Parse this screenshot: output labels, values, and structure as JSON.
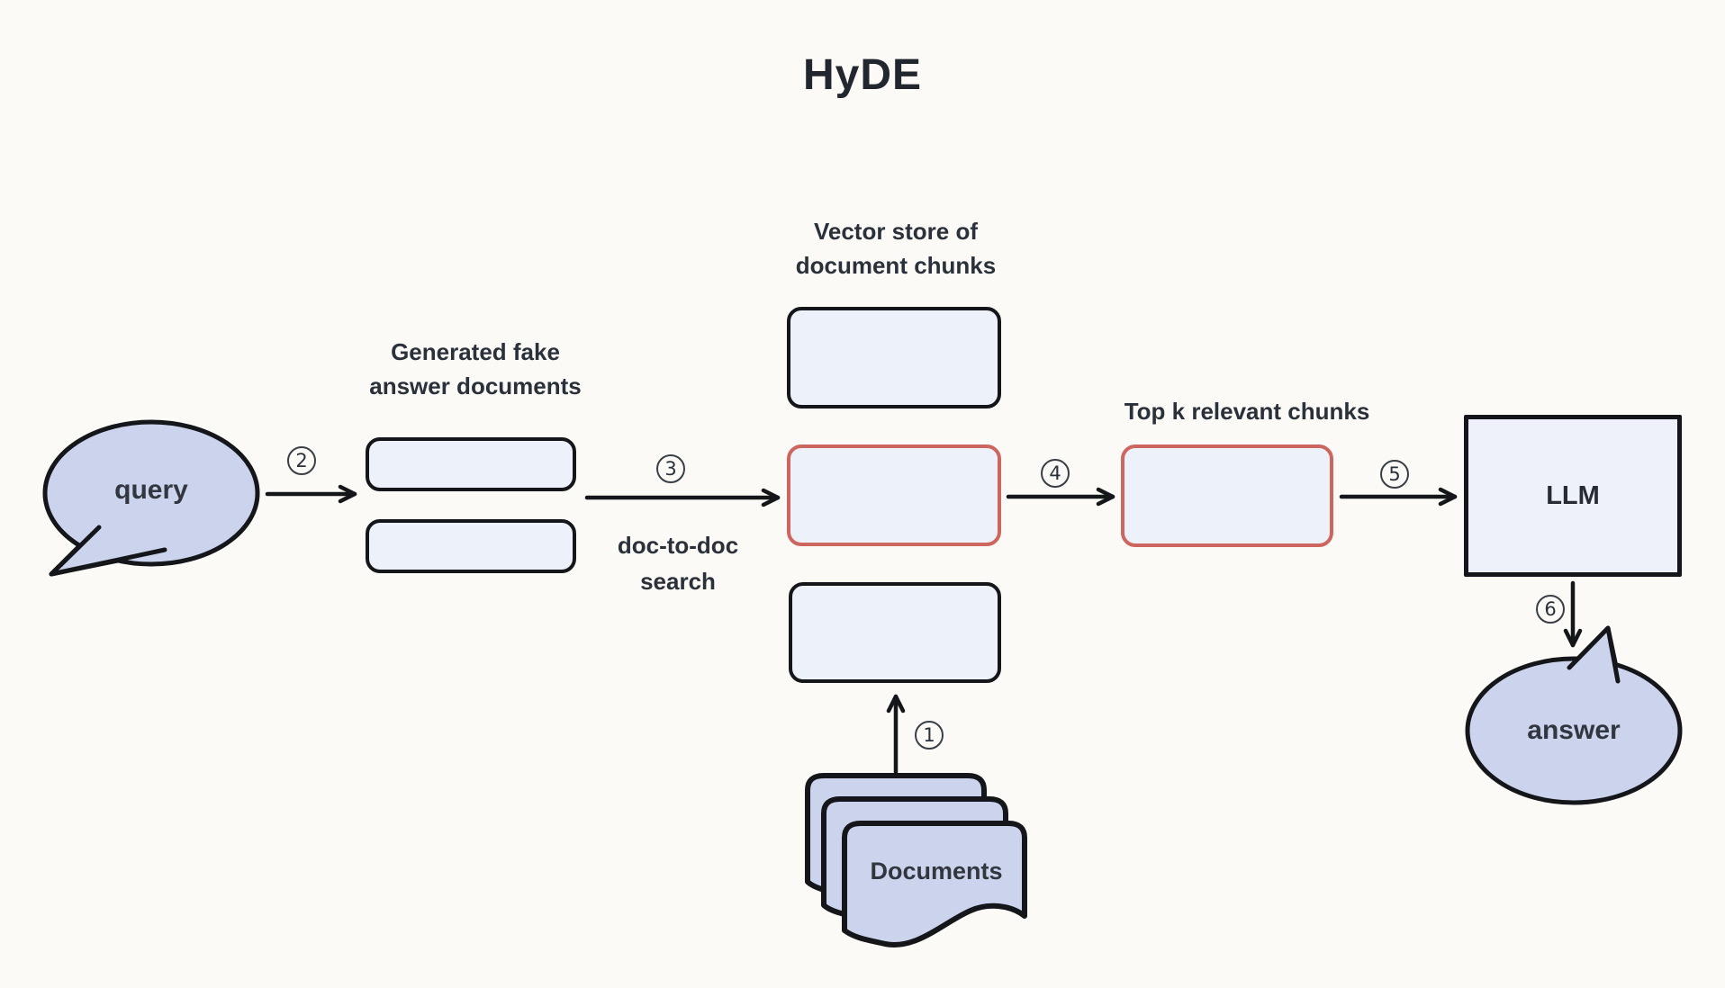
{
  "title": "HyDE",
  "colors": {
    "background": "#fbfaf6",
    "stroke_dark": "#14161a",
    "accent_red": "#cd665e",
    "bubble_fill": "#ccd3ed",
    "box_fill": "#edf1fa",
    "text": "#2b313a"
  },
  "nodes": {
    "query": {
      "label": "query"
    },
    "generated_fake": {
      "lines": [
        "Generated fake",
        "answer documents"
      ]
    },
    "doc_to_doc": {
      "lines": [
        "doc-to-doc",
        "search"
      ]
    },
    "vector_store": {
      "lines": [
        "Vector store of",
        "document chunks"
      ]
    },
    "top_k": {
      "label": "Top k relevant chunks"
    },
    "llm": {
      "label": "LLM"
    },
    "answer": {
      "label": "answer"
    },
    "documents": {
      "label": "Documents"
    }
  },
  "steps": [
    "1",
    "2",
    "3",
    "4",
    "5",
    "6"
  ]
}
